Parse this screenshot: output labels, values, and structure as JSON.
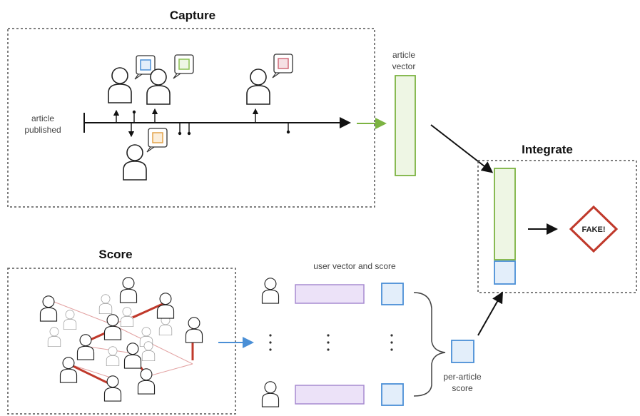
{
  "capture": {
    "title": "Capture",
    "axis_label_line1": "article",
    "axis_label_line2": "published"
  },
  "article_vector": {
    "label_line1": "article",
    "label_line2": "vector"
  },
  "integrate": {
    "title": "Integrate",
    "verdict": "FAKE!"
  },
  "score": {
    "title": "Score",
    "user_vector_label": "user vector and score",
    "per_article_line1": "per-article",
    "per_article_line2": "score"
  },
  "colors": {
    "green": "#7cb342",
    "green_fill": "#eef6e4",
    "blue": "#4a8fd6",
    "blue_fill": "#e3eefa",
    "purple": "#a78bd0",
    "purple_fill": "#ece2f8",
    "red": "#c0392b",
    "orange": "#e3a34a",
    "pink": "#d06b7a",
    "lime": "#8cc152"
  },
  "icons": {
    "user": "person-icon",
    "document": "document-icon",
    "arrow": "arrow-icon",
    "verdict": "diamond-icon"
  }
}
